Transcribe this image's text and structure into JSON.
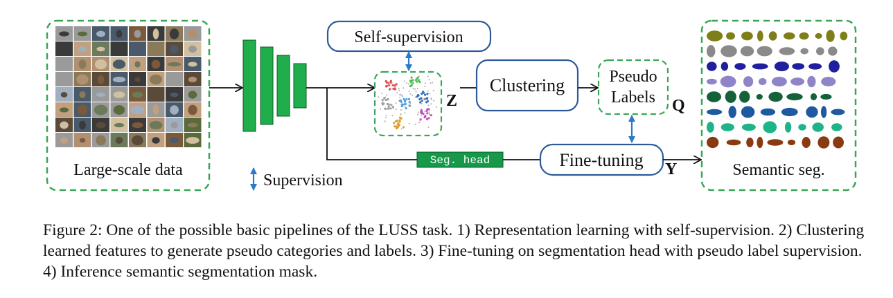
{
  "nodes": {
    "data_box": {
      "label": "Large-scale data"
    },
    "self_supervision": {
      "label": "Self-supervision"
    },
    "clustering": {
      "label": "Clustering"
    },
    "pseudo_labels": {
      "label_line1": "Pseudo",
      "label_line2": "Labels"
    },
    "seg_head": {
      "label": "Seg. head"
    },
    "fine_tuning": {
      "label": "Fine-tuning"
    },
    "semantic_seg": {
      "label": "Semantic seg."
    }
  },
  "symbols": {
    "z": "Z",
    "q": "Q",
    "y": "Y"
  },
  "legend": {
    "supervision": "Supervision"
  },
  "caption": "Figure 2: One of the possible basic pipelines of the LUSS task. 1) Representation learning with self-supervision. 2) Clustering learned features to generate pseudo categories and labels. 3) Fine-tuning on segmentation head with pseudo label supervision. 4) Inference semantic segmentation mask.",
  "colors": {
    "green_dash": "#3aa655",
    "encoder_green": "#1fae4b",
    "blue_border": "#2c5a9a",
    "supervision_blue": "#2a7ac7",
    "seg_head_fill": "#169a4a",
    "mask_colors": [
      "#7f7f1a",
      "#8a8a8a",
      "#1f1fa0",
      "#8f84c8",
      "#15613a",
      "#1f5aa0",
      "#1fb38a",
      "#8a3a10"
    ]
  },
  "icons": [
    "supervision-arrow-icon",
    "arrow-head-icon"
  ]
}
